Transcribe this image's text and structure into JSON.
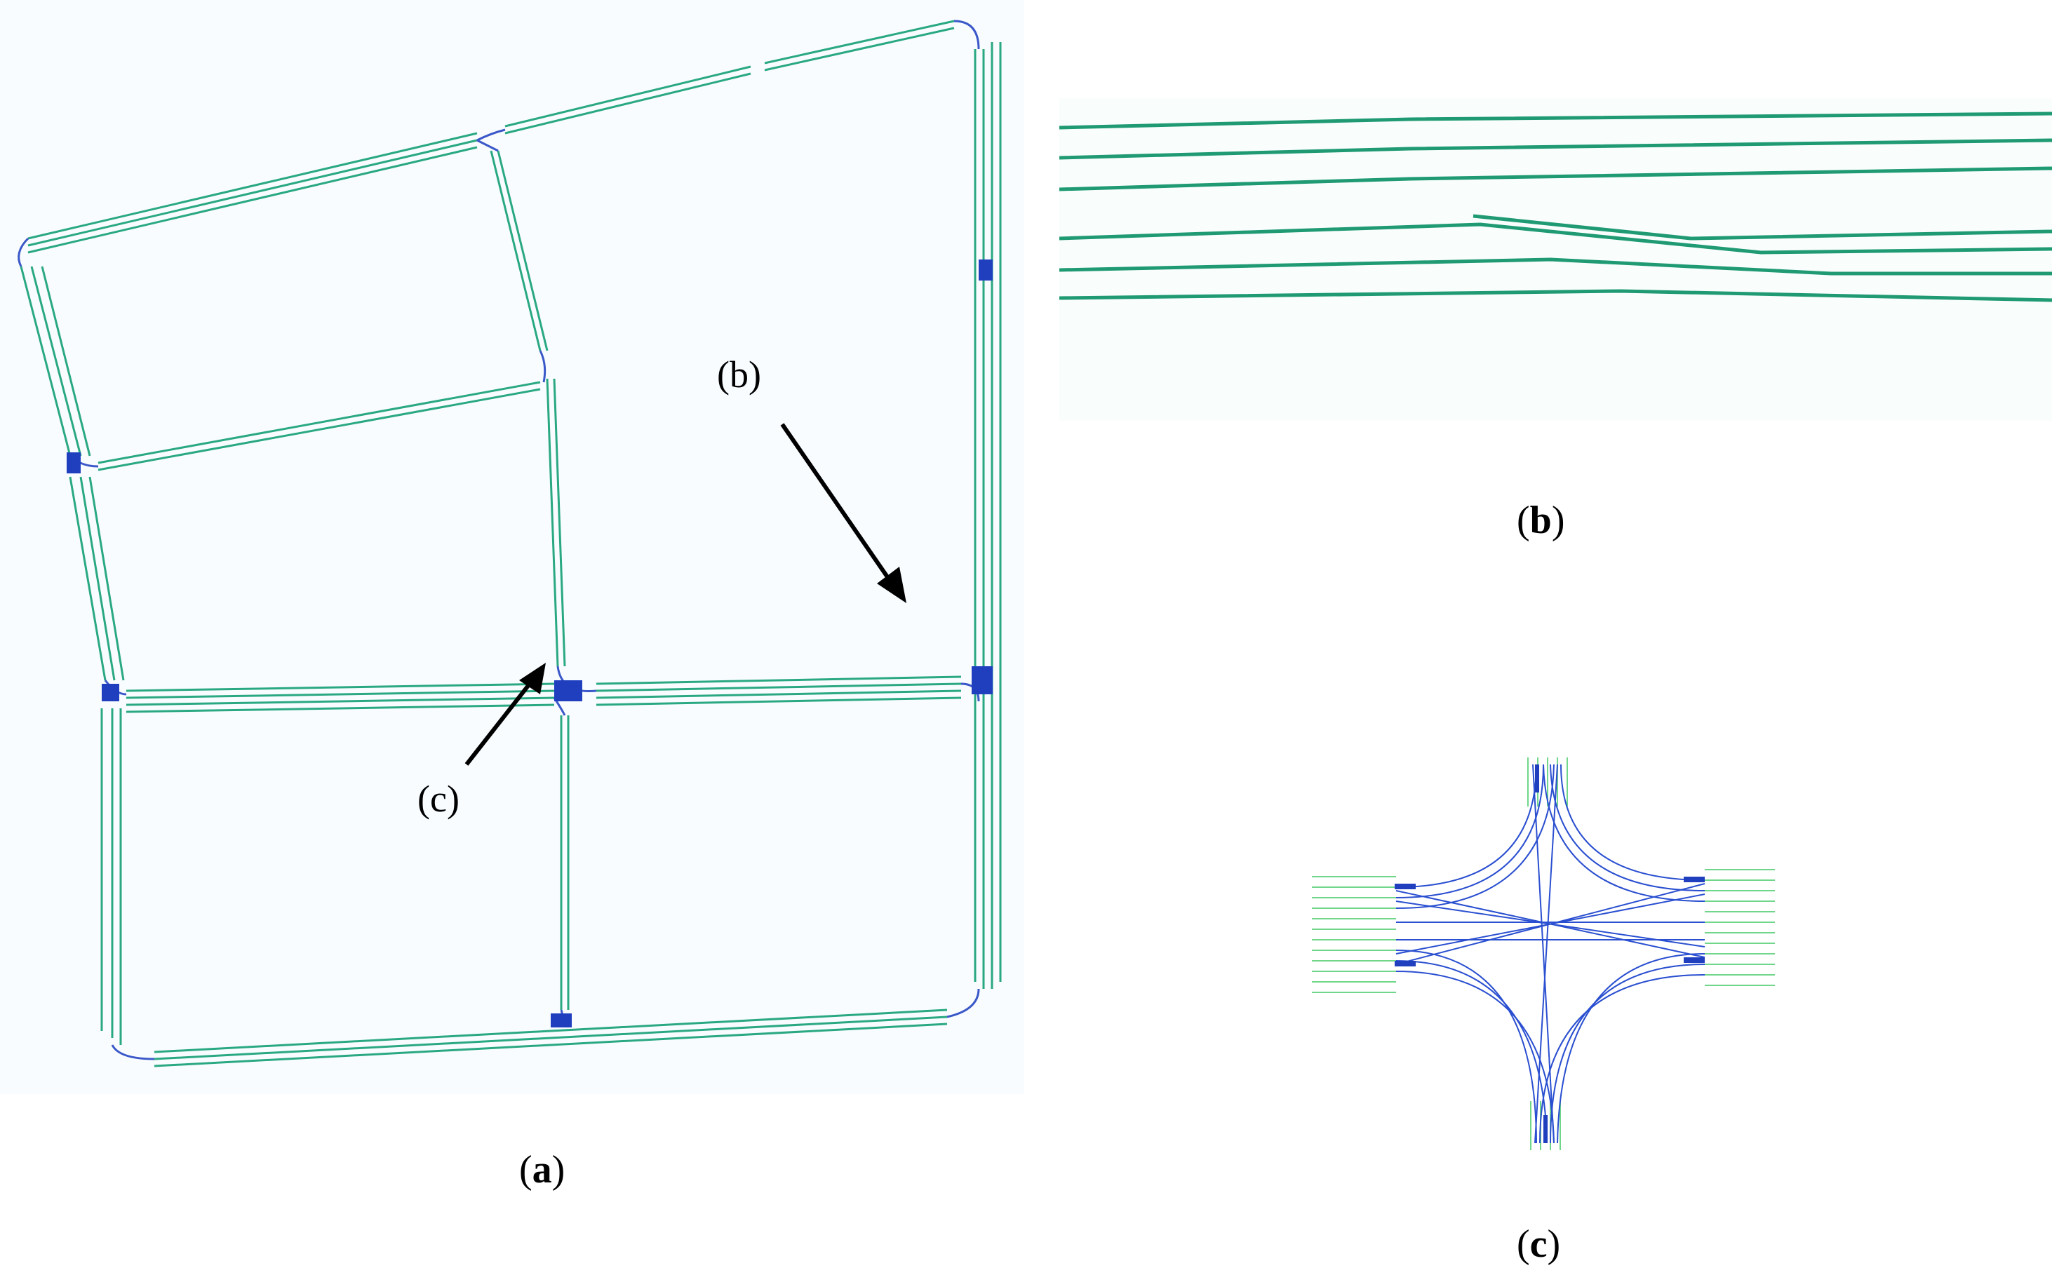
{
  "panels": {
    "a": {
      "caption_open": "(",
      "caption_letter": "a",
      "caption_close": ")"
    },
    "b": {
      "caption_open": "(",
      "caption_letter": "b",
      "caption_close": ")"
    },
    "c": {
      "caption_open": "(",
      "caption_letter": "c",
      "caption_close": ")"
    }
  },
  "annotations": {
    "b_label": "(b)",
    "c_label": "(c)"
  },
  "colors": {
    "lane": "#2aa882",
    "connector": "#3b58c8",
    "connector_dark": "#1f3fbf",
    "lane_light": "#6fd68a",
    "background_panel": "#f6fbff",
    "arrow": "#000000"
  }
}
